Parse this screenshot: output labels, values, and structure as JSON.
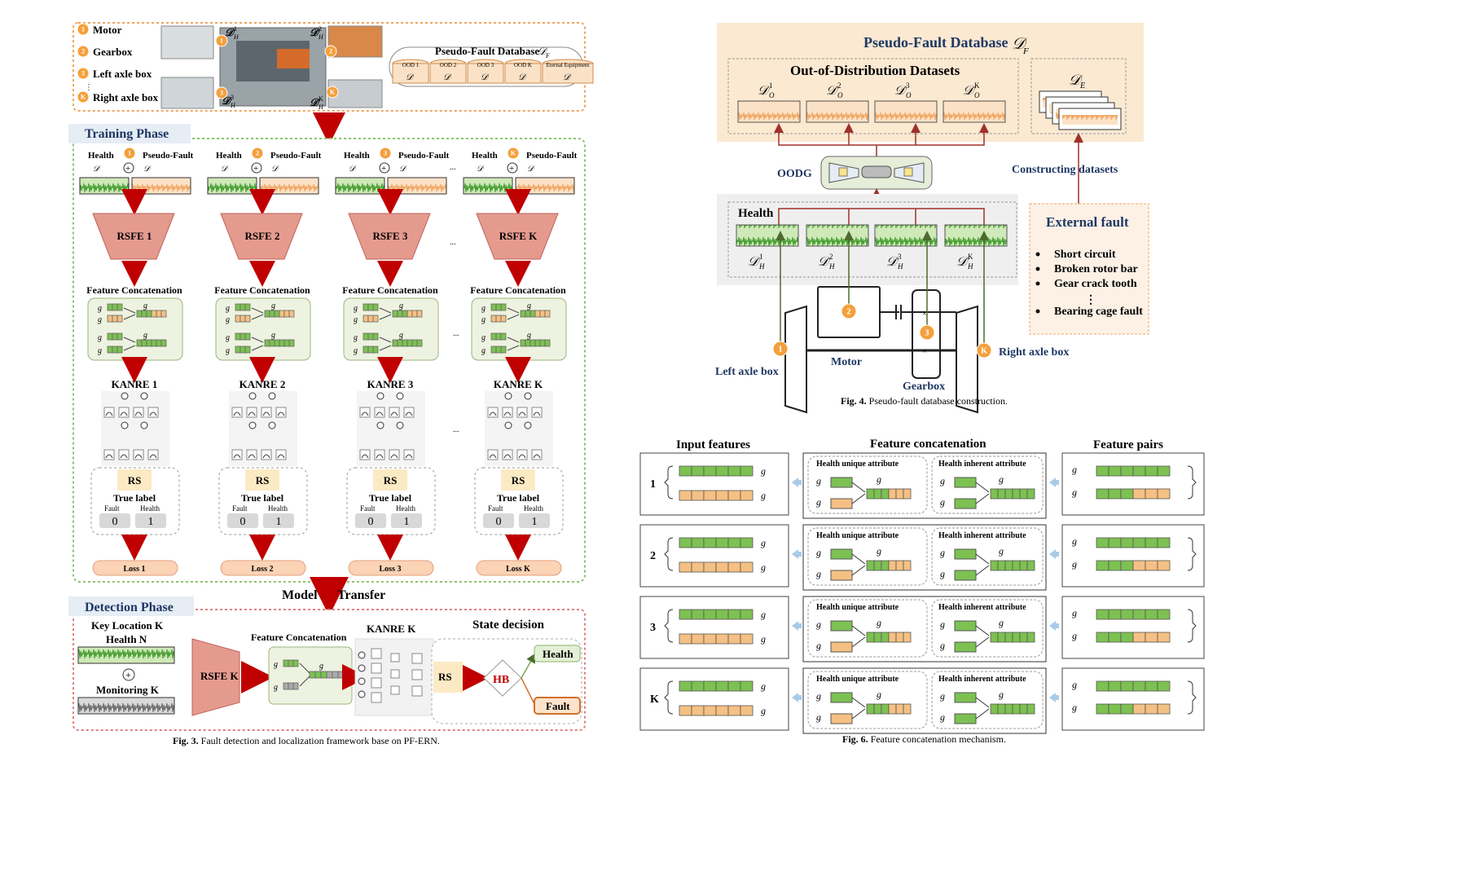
{
  "fig3": {
    "legend": [
      {
        "num": "1",
        "label": "Motor"
      },
      {
        "num": "2",
        "label": "Gearbox"
      },
      {
        "num": "3",
        "label": "Left axle box"
      },
      {
        "num": "K",
        "label": "Right axle box"
      }
    ],
    "db_title": "Pseudo-Fault Database",
    "db_cells": [
      "OOD 1",
      "OOD 2",
      "OOD 3",
      "OOD K",
      "Eternal Equipment"
    ],
    "training_phase": "Training  Phase",
    "health_label": "Health",
    "pseudo_label": "Pseudo-Fault",
    "columns": [
      {
        "num": "1",
        "rsfe": "RSFE 1",
        "kanre": "KANRE 1",
        "loss": "Loss 1"
      },
      {
        "num": "2",
        "rsfe": "RSFE 2",
        "kanre": "KANRE 2",
        "loss": "Loss 2"
      },
      {
        "num": "3",
        "rsfe": "RSFE 3",
        "kanre": "KANRE 3",
        "loss": "Loss 3"
      },
      {
        "num": "K",
        "rsfe": "RSFE K",
        "kanre": "KANRE K",
        "loss": "Loss K"
      }
    ],
    "feature_concat": "Feature Concatenation",
    "rs": "RS",
    "true_label": "True label",
    "fault": "Fault",
    "health": "Health",
    "zero": "0",
    "one": "1",
    "ellipsis": "...",
    "model_transfer_a": "Model",
    "model_transfer_b": "Transfer",
    "detection_phase": "Detection Phase",
    "key_location": "Key Location K",
    "health_n": "Health N",
    "monitoring_k": "Monitoring K",
    "rsfe_k": "RSFE K",
    "kanre_k": "KANRE K",
    "state_decision": "State decision",
    "hb": "HB",
    "out_health": "Health",
    "out_fault": "Fault",
    "caption_bold": "Fig. 3.",
    "caption": " Fault detection and localization framework base on PF-ERN."
  },
  "fig4": {
    "db_title": "Pseudo-Fault Database",
    "ood_title": "Out-of-Distribution Datasets",
    "oodg": "OODG",
    "constructing": "Constructing  datasets",
    "health": "Health",
    "external_fault": "External fault",
    "faults": [
      "Short circuit",
      "Broken rotor bar",
      "Gear crack tooth",
      "Bearing cage fault"
    ],
    "vdots": "⋮",
    "left_axle": "Left axle box",
    "motor": "Motor",
    "gearbox": "Gearbox",
    "right_axle": "Right axle box",
    "caption_bold": "Fig. 4.",
    "caption": " Pseudo-fault database construction."
  },
  "fig6": {
    "h_input": "Input features",
    "h_concat": "Feature concatenation",
    "h_pairs": "Feature pairs",
    "unique": "Health unique attribute",
    "inherent": "Health inherent attribute",
    "rows": [
      "1",
      "2",
      "3",
      "K"
    ],
    "caption_bold": "Fig. 6.",
    "caption": " Feature concatenation mechanism."
  },
  "colors": {
    "green": "#7dc152",
    "orange": "#f5c083",
    "navy": "#1f3864",
    "red": "#c00000",
    "badge": "#f4a03c"
  }
}
